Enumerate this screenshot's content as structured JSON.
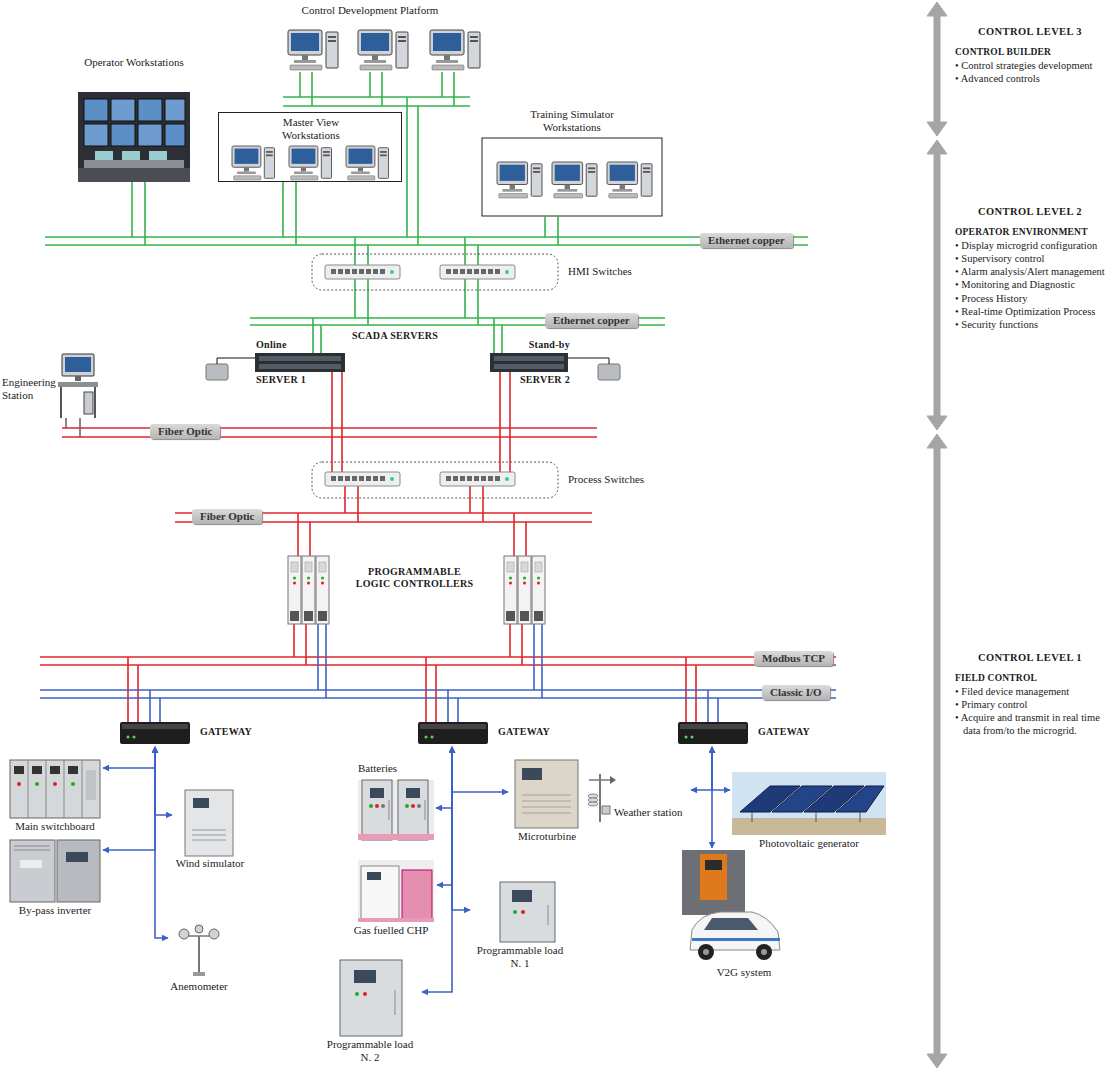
{
  "diagram": {
    "nodes": [
      {
        "text": [
          "Control Development Platform"
        ]
      },
      {
        "text": [
          "Operator Workstations"
        ]
      },
      {
        "text": [
          "Master View Workstations"
        ]
      },
      {
        "text": [
          "Training Simulator Workstations"
        ]
      },
      {
        "text": [
          "HMI Switches"
        ]
      },
      {
        "text": [
          "Online",
          "SERVER 1"
        ]
      },
      {
        "text": [
          "Stand-by",
          "SERVER 2"
        ]
      },
      {
        "text": [
          "Engineering Station"
        ]
      },
      {
        "text": [
          "Process Switches"
        ]
      },
      {
        "text": [
          "GATEWAY"
        ]
      },
      {
        "text": [
          "GATEWAY"
        ]
      },
      {
        "text": [
          "GATEWAY"
        ]
      },
      {
        "text": [
          "Main switchboard"
        ]
      },
      {
        "text": [
          "Wind simulator"
        ]
      },
      {
        "text": [
          "By-pass inverter"
        ]
      },
      {
        "text": [
          "Anemometer"
        ]
      },
      {
        "text": [
          "Batteries"
        ]
      },
      {
        "text": [
          "Microturbine"
        ]
      },
      {
        "text": [
          "Gas fuelled CHP"
        ]
      },
      {
        "text": [
          "Programmable load N. 1"
        ]
      },
      {
        "text": [
          "Programmable load N. 2"
        ]
      },
      {
        "text": [
          "Weather station"
        ]
      },
      {
        "text": [
          "Photovoltaic generator"
        ]
      },
      {
        "text": [
          "V2G system"
        ]
      }
    ],
    "edges": [
      {
        "from": 9,
        "to": 12,
        "arrow": "both"
      },
      {
        "from": 9,
        "to": 13,
        "arrow": "both"
      },
      {
        "from": 9,
        "to": 14,
        "arrow": "both"
      },
      {
        "from": 9,
        "to": 15,
        "arrow": "both"
      },
      {
        "from": 10,
        "to": 16,
        "arrow": "both"
      },
      {
        "from": 10,
        "to": 17,
        "arrow": "both"
      },
      {
        "from": 10,
        "to": 18,
        "arrow": "both"
      },
      {
        "from": 10,
        "to": 19,
        "arrow": "both"
      },
      {
        "from": 10,
        "to": 20,
        "arrow": "both"
      },
      {
        "from": 11,
        "to": 21,
        "arrow": "both"
      },
      {
        "from": 11,
        "to": 22,
        "arrow": "both"
      },
      {
        "from": 11,
        "to": 23,
        "arrow": "both"
      }
    ],
    "labels": [
      "CONTROL LEVEL 3",
      "CONTROL BUILDER",
      "• Control strategies development",
      "• Advanced controls",
      "CONTROL LEVEL 2",
      "OPERATOR ENVIRONMENT",
      "• Display microgrid configuration",
      "• Supervisory control",
      "• Alarm analysis/Alert management",
      "• Monitoring and Diagnostic",
      "• Process History",
      "• Real-time Optimization Process",
      "• Security functions",
      "CONTROL LEVEL 1",
      "FIELD CONTROL",
      "• Filed device management",
      "• Primary control",
      "• Acquire and transmit in real time data from/to the microgrid.",
      "Ethernet copper",
      "Ethernet copper",
      "SCADA SERVERS",
      "Fiber Optic",
      "Fiber Optic",
      "PROGRAMMABLE LOGIC CONTROLLERS",
      "Modbus TCP",
      "Classic I/O"
    ]
  }
}
